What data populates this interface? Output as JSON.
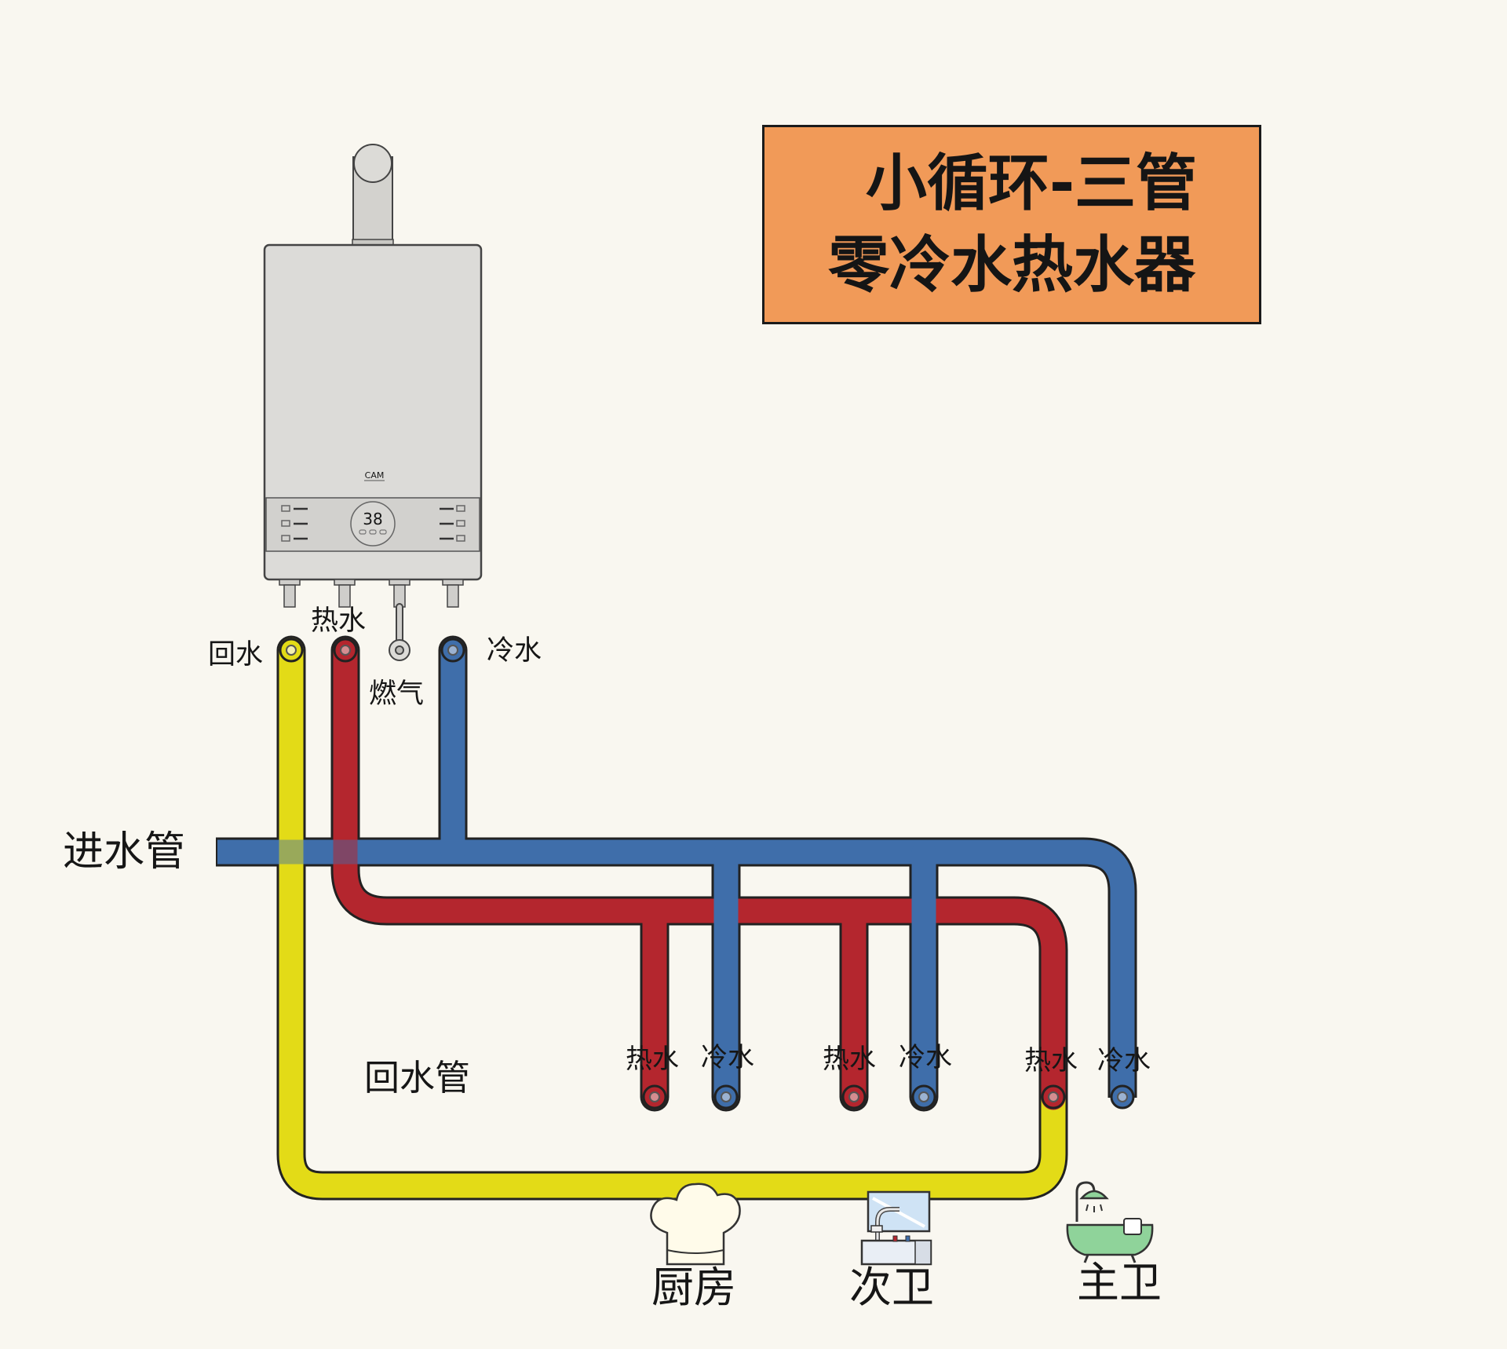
{
  "title": {
    "line1": "小循环-三管",
    "line2": "零冷水热水器"
  },
  "heater": {
    "brand": "CAM",
    "display_value": "38"
  },
  "ports": {
    "return": "回水",
    "hot": "热水",
    "gas": "燃气",
    "cold": "冷水"
  },
  "pipes": {
    "inlet": "进水管",
    "return": "回水管"
  },
  "outlets": [
    {
      "hot": "热水",
      "cold": "冷水",
      "room": "厨房",
      "icon": "chef-hat-icon"
    },
    {
      "hot": "热水",
      "cold": "冷水",
      "room": "次卫",
      "icon": "sink-faucet-icon"
    },
    {
      "hot": "热水",
      "cold": "冷水",
      "room": "主卫",
      "icon": "bathtub-shower-icon"
    }
  ],
  "colors": {
    "background": "#f9f7f0",
    "title_box": "#f19a58",
    "cold_pipe": "#3f6eaa",
    "hot_pipe": "#b4262e",
    "return_pipe": "#e3db17",
    "heater_body": "#dcdbd8"
  }
}
